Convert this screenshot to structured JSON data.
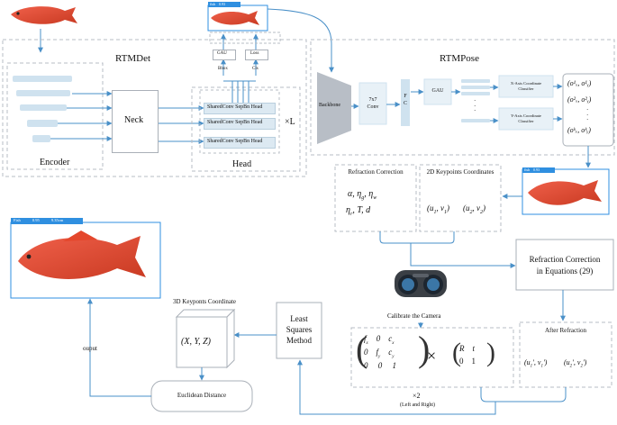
{
  "rtmdet": {
    "title": "RTMDet",
    "encoder_label": "Encoder",
    "neck_label": "Neck",
    "head_label": "Head",
    "head_rows": [
      "SharedConv SepBn Head",
      "SharedConv SepBn Head",
      "SharedConv SepBn Head"
    ],
    "repeat_label": "×L",
    "gau_label": "GAU",
    "loss_label": "Loss",
    "bbox_label": "Bbox",
    "cls_label": "Cls"
  },
  "rtmpose": {
    "title": "RTMPose",
    "backbone_label": "Backbone",
    "conv_label_1": "7x7",
    "conv_label_2": "Conv",
    "fc_label_1": "F",
    "fc_label_2": "C",
    "gau_label": "GAU",
    "x_classifier_1": "X-Axis Coordinate",
    "x_classifier_2": "Classifier",
    "y_classifier_1": "Y-Axis Coordinate",
    "y_classifier_2": "Classifier"
  },
  "refraction": {
    "title": "Refraction Correction",
    "params_line1": "α, η_g, η_w",
    "params_line2": "η_r, T, d"
  },
  "keypoints2d": {
    "title": "2D Keypoints Coordinates",
    "coord1": "(u1, v1)",
    "coord2": "(u2, v2)"
  },
  "equations_box": {
    "line1": "Refraction Correction",
    "line2": "in Equations (29)"
  },
  "calibrate_label": "Calibrate the Camera",
  "after_refraction": {
    "title": "After Refraction",
    "coord1": "(u1', v1')",
    "coord2": "(u2', v2')"
  },
  "least_squares": {
    "line1": "Least",
    "line2": "Squares",
    "line3": "Method"
  },
  "keypoints3d": {
    "title": "3D Keyponts Coordinate",
    "coord": "(X, Y, Z)"
  },
  "euclidean_label": "Euclidean Distance",
  "output_label": "ouput",
  "times_two": "×2",
  "left_right": "(Left and Right)",
  "result_badge": {
    "label": "Fish",
    "score": "0.95",
    "length": "9.35cm"
  },
  "det_badge": {
    "label": "fish",
    "score": "0.93"
  },
  "pose_badge": {
    "label": "fish",
    "score": "0.93"
  },
  "colors": {
    "fish": "#e4472c",
    "badge": "#2f8fe0",
    "arrow": "#4a90c8",
    "block": "#cfe2ef",
    "backbone": "#b8bec6"
  }
}
